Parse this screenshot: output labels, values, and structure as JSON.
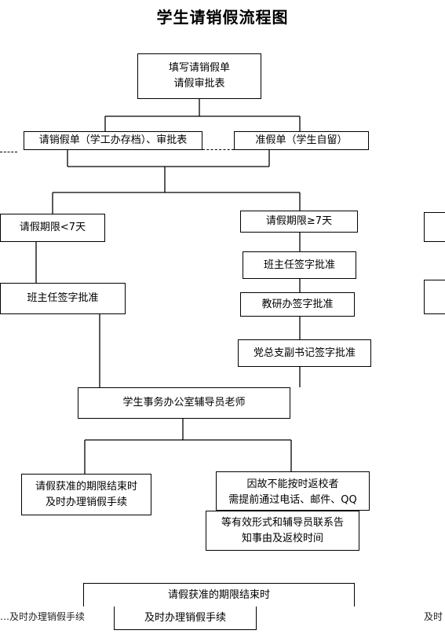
{
  "title": "学生请销假流程图",
  "nodes": {
    "fill_form": {
      "lines": [
        "填写请销假单",
        "请假审批表"
      ]
    },
    "form_office_copy": {
      "text": "请销假单（学工办存档）、审批表"
    },
    "form_student_copy": {
      "text": "准假单（学生自留）"
    },
    "leave_short": {
      "text": "请假期限<7天"
    },
    "leave_long": {
      "text": "请假期限≥7天"
    },
    "teacher_approve_short": {
      "text": "班主任签字批准"
    },
    "teacher_approve_long": {
      "text": "班主任签字批准"
    },
    "teaching_office_approve": {
      "text": "教研办签字批准"
    },
    "party_secretary_approve": {
      "text": "党总支副书记签字批准"
    },
    "student_affairs": {
      "text": "学生事务办公室辅导员老师"
    },
    "return_on_time": {
      "lines": [
        "请假获准的期限结束时",
        "及时办理销假手续"
      ]
    },
    "cannot_return": {
      "lines": [
        "因故不能按时返校者",
        "需提前通过电话、邮件、QQ",
        "等有效形式和辅导员联系告",
        "知事由及返校时间"
      ]
    },
    "final_return": {
      "text": "请假获准的期限结束时"
    },
    "final_procedure": {
      "text": "及时办理销假手续"
    }
  },
  "fragments": {
    "bottom_left": "…及时办理销假手续",
    "bottom_right": "及时"
  }
}
